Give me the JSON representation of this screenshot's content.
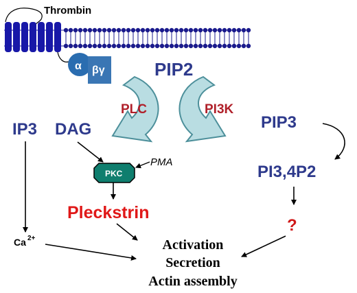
{
  "labels": {
    "thrombin": "Thrombin",
    "alpha": "α",
    "beta_gamma": "βγ",
    "pip2": "PIP2",
    "plc": "PLC",
    "pi3k": "PI3K",
    "ip3": "IP3",
    "dag": "DAG",
    "pip3": "PIP3",
    "pkc": "PKC",
    "pma": "PMA",
    "pi34p2": "PI3,4P2",
    "pleckstrin": "Pleckstrin",
    "question": "?",
    "ca": "Ca",
    "ca_charge": "2+",
    "outcomes": [
      "Activation",
      "Secretion",
      "Actin assembly"
    ]
  },
  "colors": {
    "blue_text": "#2e3a8c",
    "membrane_head": "#1a1a8c",
    "receptor": "#1818a8",
    "g_alpha": "#2a6db0",
    "g_beta": "#3a76b4",
    "enzyme_red": "#b0202a",
    "pleckstrin_red": "#e01818",
    "curved_arrow_fill": "#b9dde2",
    "curved_arrow_stroke": "#4c8f9a",
    "pkc_fill": "#0f7e6e",
    "question_red": "#d01818"
  }
}
